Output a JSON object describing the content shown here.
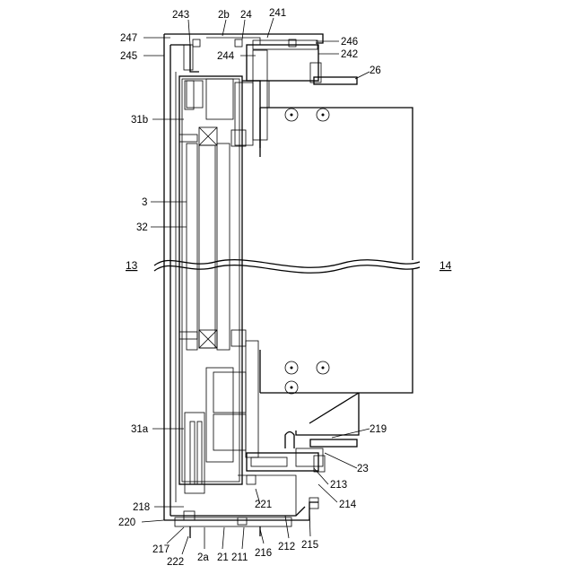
{
  "figure": {
    "labels": {
      "l_2b": "2b",
      "l_24": "24",
      "l_241": "241",
      "l_243": "243",
      "l_247": "247",
      "l_245": "245",
      "l_244": "244",
      "l_246": "246",
      "l_242": "242",
      "l_26": "26",
      "l_31b": "31b",
      "l_3": "3",
      "l_32": "32",
      "l_13": "13",
      "l_14": "14",
      "l_31a": "31a",
      "l_219": "219",
      "l_23": "23",
      "l_213": "213",
      "l_214": "214",
      "l_218": "218",
      "l_221": "221",
      "l_220": "220",
      "l_217": "217",
      "l_222": "222",
      "l_2a": "2a",
      "l_21": "21",
      "l_211": "211",
      "l_216": "216",
      "l_212": "212",
      "l_215": "215"
    }
  }
}
